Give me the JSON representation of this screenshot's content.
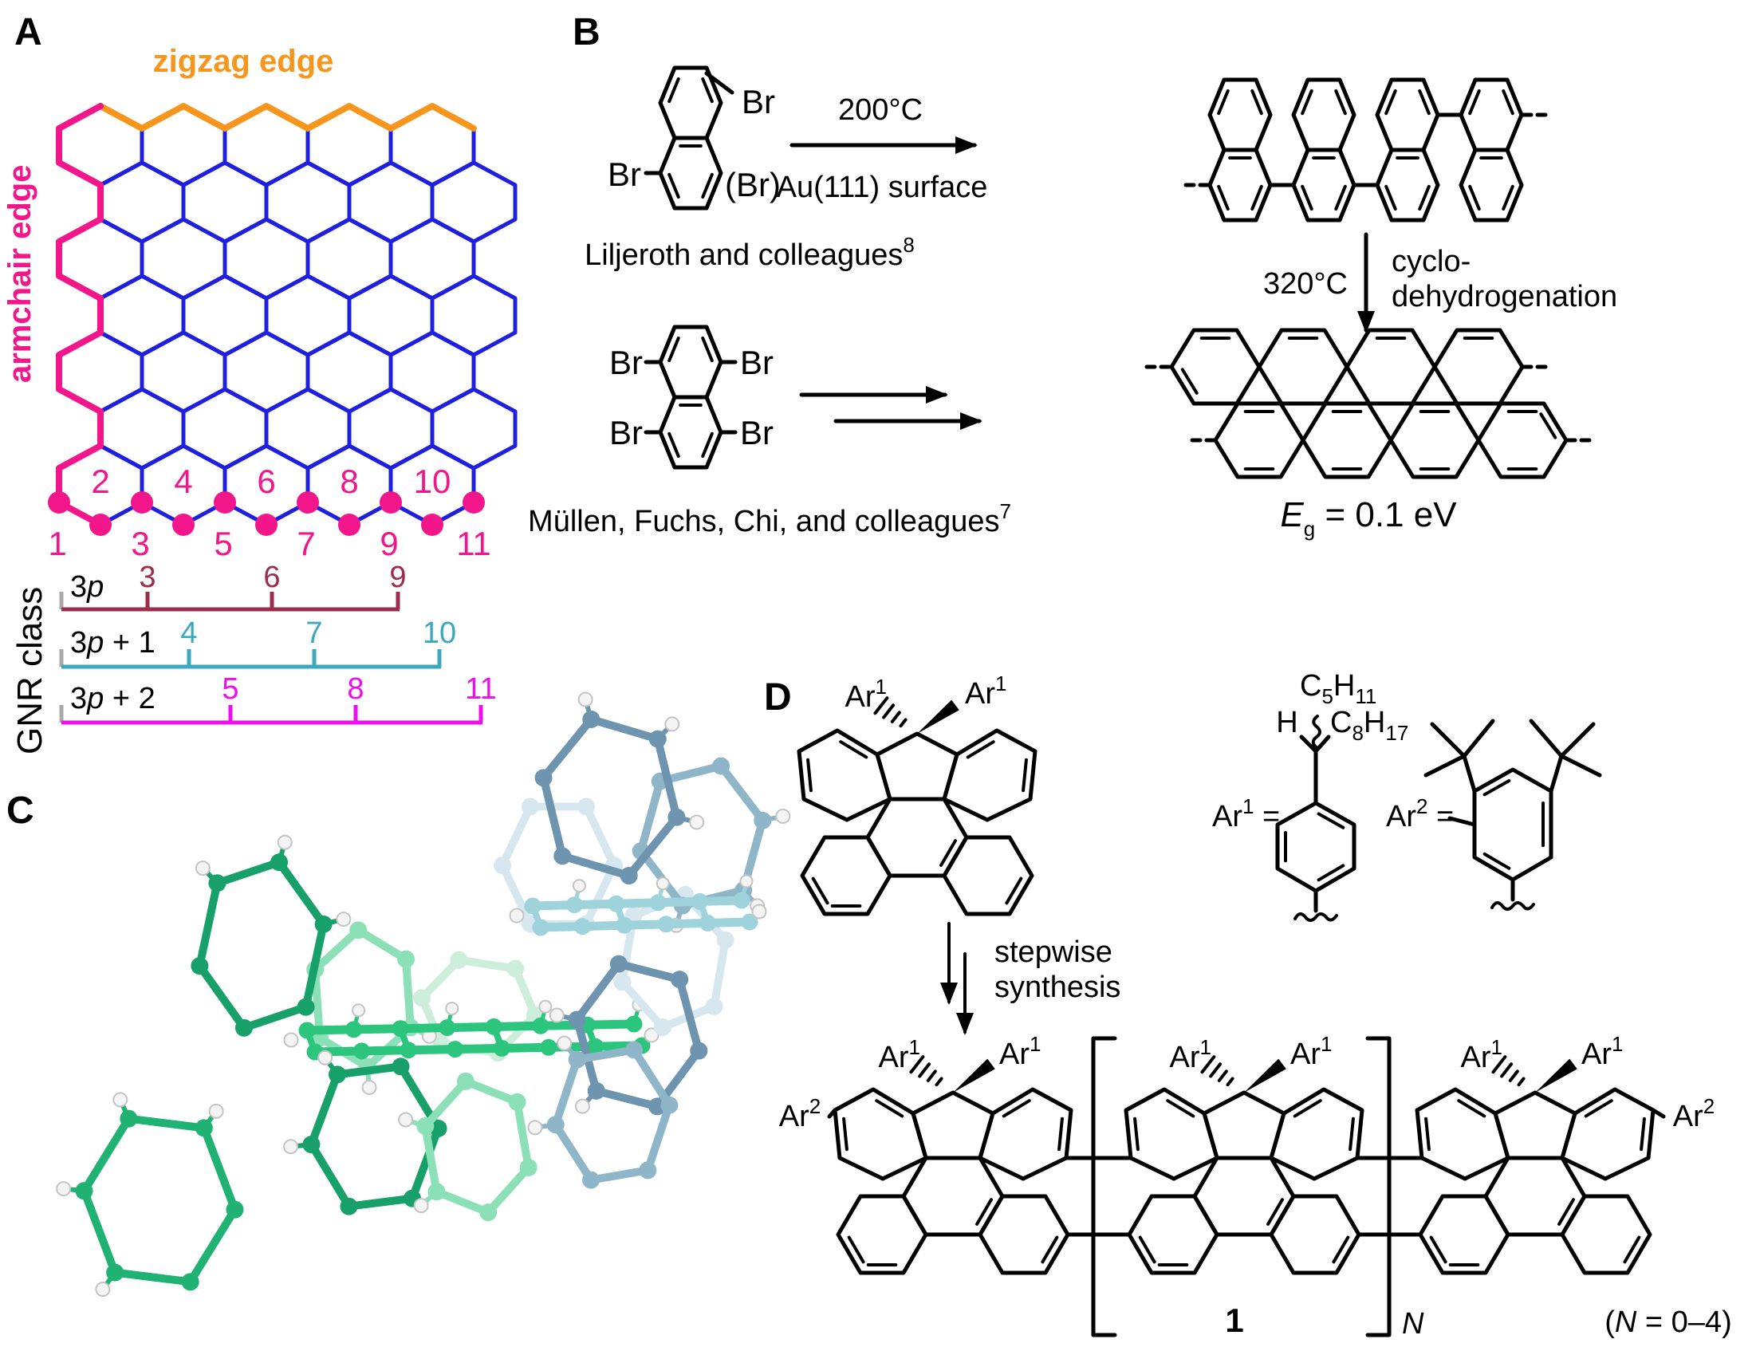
{
  "colors": {
    "lattice_blue": "#1f1fe0",
    "zigzag_orange": "#f8951d",
    "armchair_pink": "#f3158a",
    "class_3p_maroon": "#9b2d4d",
    "class_3p1_teal": "#3ba8be",
    "class_3p2_magenta": "#ee0fee",
    "molecule_green": "#2cc57d",
    "molecule_blue": "#6e94af",
    "bond_black": "#000000",
    "background": "#ffffff"
  },
  "panelA": {
    "label": "A",
    "zigzag_label": "zigzag edge",
    "armchair_label": "armchair edge",
    "gnr_class_label": "GNR class",
    "top_numbers": [
      "2",
      "4",
      "6",
      "8",
      "10"
    ],
    "bottom_numbers": [
      "1",
      "3",
      "5",
      "7",
      "9",
      "11"
    ],
    "classes": [
      {
        "label_pre": "3",
        "label_var": "p",
        "label_suf": "",
        "ticks": [
          "3",
          "6",
          "9"
        ]
      },
      {
        "label_pre": "3",
        "label_var": "p",
        "label_suf": " + 1",
        "ticks": [
          "4",
          "7",
          "10"
        ]
      },
      {
        "label_pre": "3",
        "label_var": "p",
        "label_suf": " + 2",
        "ticks": [
          "5",
          "8",
          "11"
        ]
      }
    ]
  },
  "panelB": {
    "label": "B",
    "rxn1": {
      "br": "Br",
      "br_paren": "(Br)",
      "cond_top": "200°C",
      "cond_bottom": "Au(111) surface",
      "credit": "Liljeroth and colleagues",
      "credit_sup": "8"
    },
    "rxn2": {
      "br": "Br",
      "credit": "Müllen, Fuchs, Chi, and colleagues",
      "credit_sup": "7"
    },
    "cyclization": {
      "temp": "320°C",
      "line1": "cyclo-",
      "line2": "dehydrogenation"
    },
    "bandgap": {
      "e": "E",
      "sub": "g",
      "rest": " = 0.1 eV"
    }
  },
  "panelC": {
    "label": "C"
  },
  "panelD": {
    "label": "D",
    "ar1": {
      "base": "Ar",
      "sup": "1"
    },
    "ar2": {
      "base": "Ar",
      "sup": "2"
    },
    "eq": " =",
    "chain": {
      "c": "C",
      "c5_sub": "5",
      "h": "H",
      "c5_sub2": "11",
      "h_label": "H",
      "c8_sub": "8",
      "c8_sub2": "17"
    },
    "synthesis": {
      "line1": "stepwise",
      "line2": "synthesis"
    },
    "compound_number": "1",
    "repeat_var": "N",
    "note": {
      "open": "(",
      "n": "N",
      "rest": " = 0–4)"
    }
  }
}
